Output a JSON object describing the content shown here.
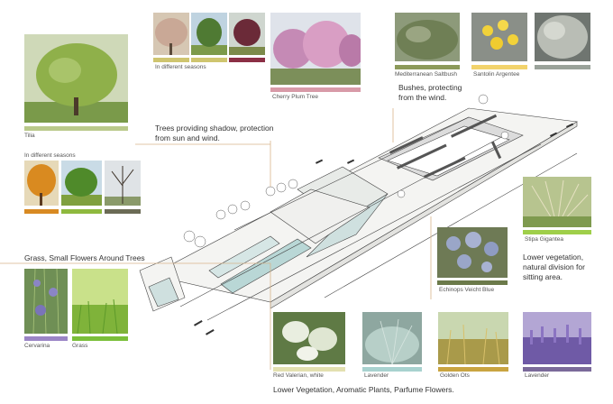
{
  "colors": {
    "leader": "#d8b48a",
    "tilia": "#b9c98a",
    "seasons_a": "#cfc56f",
    "seasons_b": "#8b2f45",
    "cherry": "#d89aa8",
    "saltbush": "#8c9a5a",
    "santolin": "#f2d36b",
    "silver": "#9aa29a",
    "autumn": "#d88a22",
    "summer": "#8fb93e",
    "winter": "#6b6b55",
    "stipa": "#9fcf4a",
    "echinops": "#6b7a4a",
    "cervarina": "#9b85c6",
    "grass": "#7bbf3a",
    "valerian": "#e3e0b0",
    "lavender_a": "#a8d2cf",
    "golden": "#c9a441",
    "lavender_b": "#7b6a9a"
  },
  "captions": {
    "seasons_top": "In different seasons",
    "cherry": "Cherry Plum Tree",
    "saltbush": "Mediterranean Saltbush",
    "santolin": "Santolin Argentee",
    "tilia": "Tilia",
    "seasons_left": "In different seasons",
    "stipa": "Stipa Gigantea",
    "echinops": "Echinops Veicht Blue",
    "cervarina": "Cervarina",
    "grass": "Grass",
    "valerian": "Red Valerian, white",
    "lavender_a": "Lavender",
    "golden": "Golden Ots",
    "lavender_b": "Lavender"
  },
  "notes": {
    "bushes": "Bushes, protecting from the wind.",
    "trees": "Trees providing shadow, protection from sun and wind.",
    "grass": "Grass, Small Flowers Around Trees",
    "lower_natural": "Lower vegetation, natural division for sitting area.",
    "bottom": "Lower Vegetation, Aromatic Plants, Parfume Flowers."
  }
}
